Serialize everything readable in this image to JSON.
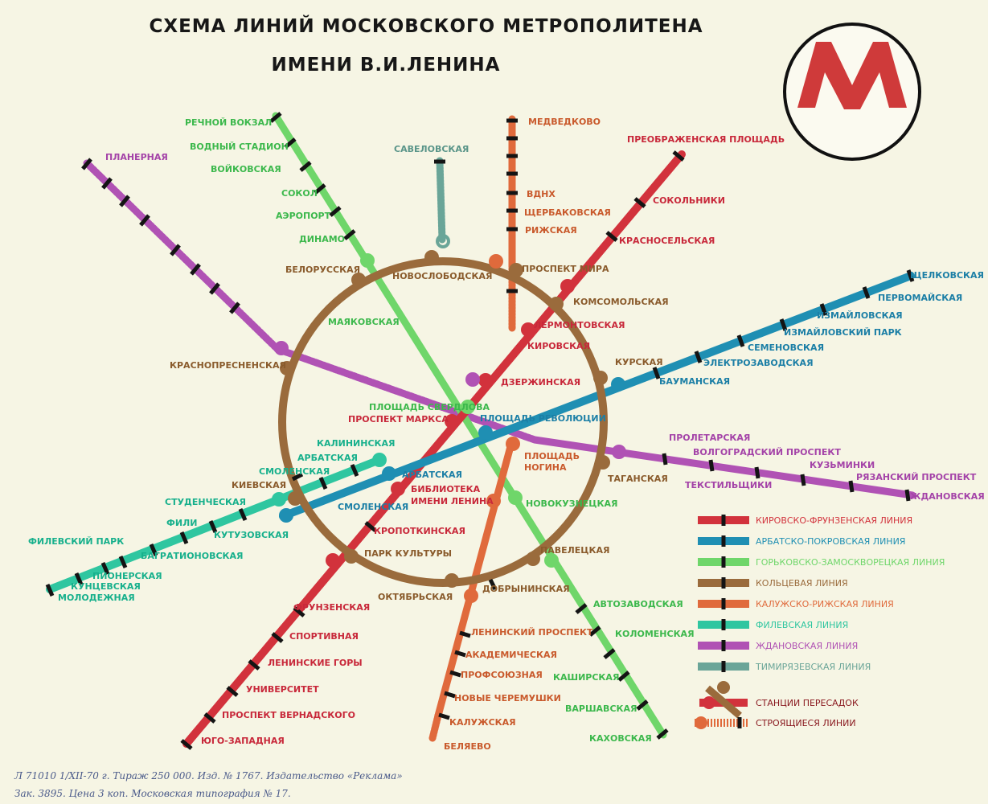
{
  "title": {
    "line1": "СХЕМА ЛИНИЙ МОСКОВСКОГО МЕТРОПОЛИТЕНА",
    "line2": "ИМЕНИ В.И.ЛЕНИНА"
  },
  "logo": {
    "letter": "M",
    "icon": "metro-logo-icon"
  },
  "colors": {
    "kirovsko": "#d2323c",
    "arbatsko": "#1f8fb3",
    "gorkovsko": "#6fd66a",
    "ring": "#9a6b3c",
    "kaluzhsko": "#e06a3c",
    "filevskaya": "#2fc6a0",
    "zhdanovskaya": "#b052b4",
    "timiryazevskaya": "#6aa598",
    "tie": "#141414"
  },
  "stations": {
    "rechnoy": "РЕЧНОЙ ВОКЗАЛ",
    "vodny": "ВОДНЫЙ СТАДИОН",
    "voykovskaya": "ВОЙКОВСКАЯ",
    "sokol": "СОКОЛ",
    "aeroport": "АЭРОПОРТ",
    "dinamo": "ДИНАМО",
    "belorusskaya": "БЕЛОРУССКАЯ",
    "mayakovskaya": "МАЯКОВСКАЯ",
    "sverdlova": "ПЛОЩАДЬ СВЕРДЛОВА",
    "novokuznetskaya": "НОВОКУЗНЕЦКАЯ",
    "paveletskaya": "ПАВЕЛЕЦКАЯ",
    "avtozavodskaya": "АВТОЗАВОДСКАЯ",
    "kolomenskaya": "КОЛОМЕНСКАЯ",
    "kashirskaya": "КАШИРСКАЯ",
    "varshavskaya": "ВАРШАВСКАЯ",
    "kakhovskaya": "КАХОВСКАЯ",
    "planernaya": "ПЛАНЕРНАЯ",
    "savelovskaya": "САВЕЛОВСКАЯ",
    "medvedkovo": "МЕДВЕДКОВО",
    "vdnkh": "ВДНХ",
    "shcherbakovskaya": "ЩЕРБАКОВСКАЯ",
    "rizhskaya": "РИЖСКАЯ",
    "prospekt_mira": "ПРОСПЕКТ МИРА",
    "novoslobodskaya": "НОВОСЛОБОДСКАЯ",
    "preobrazhenskaya": "ПРЕОБРАЖЕНСКАЯ ПЛОЩАДЬ",
    "sokolniki": "СОКОЛЬНИКИ",
    "krasnoselskaya": "КРАСНОСЕЛЬСКАЯ",
    "komsomolskaya": "КОМСОМОЛЬСКАЯ",
    "lermontovskaya": "ЛЕРМОНТОВСКАЯ",
    "kirovskaya": "КИРОВСКАЯ",
    "dzerzhinskaya": "ДЗЕРЖИНСКАЯ",
    "prospekt_marksa": "ПРОСПЕКТ МАРКСА",
    "biblioteka1": "БИБЛИОТЕКА",
    "biblioteka2": "ИМЕНИ ЛЕНИНА",
    "kropotkinskaya": "КРОПОТКИНСКАЯ",
    "park_kultury": "ПАРК КУЛЬТУРЫ",
    "frunzenskaya": "ФРУНЗЕНСКАЯ",
    "sportivnaya": "СПОРТИВНАЯ",
    "leninskie_gory": "ЛЕНИНСКИЕ ГОРЫ",
    "universitet": "УНИВЕРСИТЕТ",
    "pr_vernadskogo": "ПРОСПЕКТ ВЕРНАДСКОГО",
    "yugo_zapadnaya": "ЮГО-ЗАПАДНАЯ",
    "shchelkovskaya": "ЩЕЛКОВСКАЯ",
    "pervomayskaya": "ПЕРВОМАЙСКАЯ",
    "izmaylovskaya": "ИЗМАЙЛОВСКАЯ",
    "izm_park": "ИЗМАЙЛОВСКИЙ ПАРК",
    "semenovskaya": "СЕМЕНОВСКАЯ",
    "elektrozavodskaya": "ЭЛЕКТРОЗАВОДСКАЯ",
    "baumanskaya": "БАУМАНСКАЯ",
    "kurskaya": "КУРСКАЯ",
    "pl_revolyutsii": "ПЛОЩАДЬ РЕВОЛЮЦИИ",
    "arbatskaya_b": "АРБАТСКАЯ",
    "smolenskaya_b": "СМОЛЕНСКАЯ",
    "kalininskaya": "КАЛИНИНСКАЯ",
    "arbatskaya_f": "АРБАТСКАЯ",
    "smolenskaya_f": "СМОЛЕНСКАЯ",
    "kievskaya": "КИЕВСКАЯ",
    "studencheskaya": "СТУДЕНЧЕСКАЯ",
    "kutuzovskaya": "КУТУЗОВСКАЯ",
    "fili": "ФИЛИ",
    "filevsky_park": "ФИЛЕВСКИЙ ПАРК",
    "bagrationovskaya": "БАГРАТИОНОВСКАЯ",
    "pionerskaya": "ПИОНЕРСКАЯ",
    "kuntsevskaya": "КУНЦЕВСКАЯ",
    "molodezhnaya": "МОЛОДЕЖНАЯ",
    "krasnopresnenskaya": "КРАСНОПРЕСНЕНСКАЯ",
    "taganskaya": "ТАГАНСКАЯ",
    "proletarskaya": "ПРОЛЕТАРСКАЯ",
    "volgogradsky": "ВОЛГОГРАДСКИЙ ПРОСПЕКТ",
    "kuzminki": "КУЗЬМИНКИ",
    "ryazansky": "РЯЗАНСКИЙ ПРОСПЕКТ",
    "tekstilshchiki": "ТЕКСТИЛЬЩИКИ",
    "zhdanovskaya": "ЖДАНОВСКАЯ",
    "ploshchad_nogina1": "ПЛОЩАДЬ",
    "ploshchad_nogina2": "НОГИНА",
    "oktyabrskaya": "ОКТЯБРЬСКАЯ",
    "dobryninskaya": "ДОБРЫНИНСКАЯ",
    "leninsky_prospekt": "ЛЕНИНСКИЙ ПРОСПЕКТ",
    "akademicheskaya": "АКАДЕМИЧЕСКАЯ",
    "profsoyuznaya": "ПРОФСОЮЗНАЯ",
    "novye_cheremushki": "НОВЫЕ ЧЕРЕМУШКИ",
    "kaluzhskaya": "КАЛУЖСКАЯ",
    "belyaevo": "БЕЛЯЕВО"
  },
  "legend": [
    {
      "label": "КИРОВСКО-ФРУНЗЕНСКАЯ ЛИНИЯ",
      "color": "#d2323c"
    },
    {
      "label": "АРБАТСКО-ПОКРОВСКАЯ ЛИНИЯ",
      "color": "#1f8fb3"
    },
    {
      "label": "ГОРЬКОВСКО-ЗАМОСКВОРЕЦКАЯ ЛИНИЯ",
      "color": "#6fd66a"
    },
    {
      "label": "КОЛЬЦЕВАЯ ЛИНИЯ",
      "color": "#9a6b3c"
    },
    {
      "label": "КАЛУЖСКО-РИЖСКАЯ ЛИНИЯ",
      "color": "#e06a3c"
    },
    {
      "label": "ФИЛЕВСКАЯ ЛИНИЯ",
      "color": "#2fc6a0"
    },
    {
      "label": "ЖДАНОВСКАЯ ЛИНИЯ",
      "color": "#b052b4"
    },
    {
      "label": "ТИМИРЯЗЕВСКАЯ ЛИНИЯ",
      "color": "#6aa598"
    }
  ],
  "legend_extra": {
    "transfer": "СТАНЦИИ ПЕРЕСАДОК",
    "construction": "СТРОЯЩИЕСЯ ЛИНИИ"
  },
  "imprint": {
    "line1": "Л 71010 1/XII-70 г. Тираж 250 000. Изд. № 1767. Издательство «Реклама»",
    "line2": "Зак. 3895. Цена 3 коп. Московская типография № 17."
  }
}
